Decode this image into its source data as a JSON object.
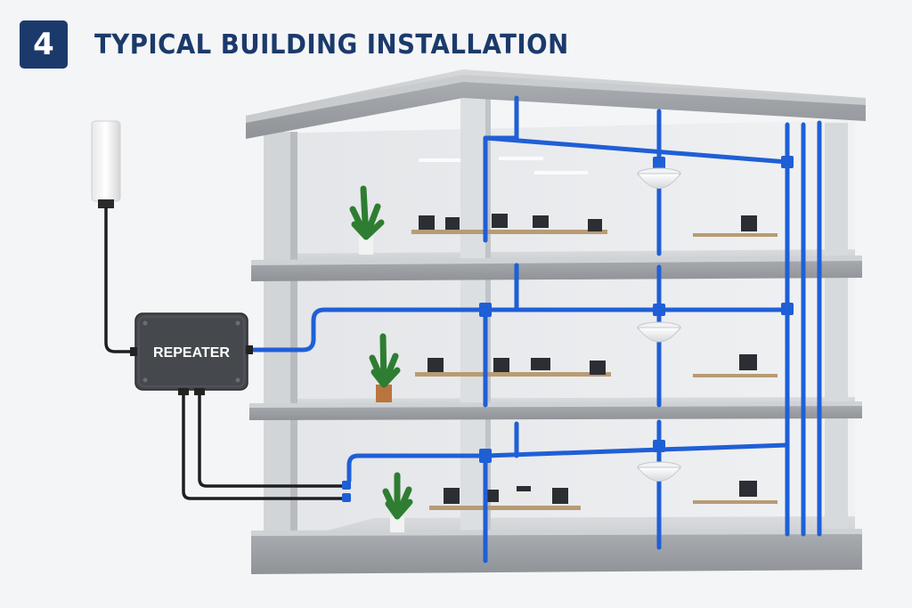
{
  "header": {
    "step_number": "4",
    "title": "TYPICAL BUILDING INSTALLATION"
  },
  "diagram": {
    "repeater_label": "REPEATER",
    "floors": [
      "top-floor",
      "middle-floor",
      "ground-floor"
    ],
    "colors": {
      "cable_blue": "#1f5fd6",
      "navy": "#1b3a6b",
      "concrete": "#b9bcbf",
      "repeater": "#45484c"
    }
  }
}
